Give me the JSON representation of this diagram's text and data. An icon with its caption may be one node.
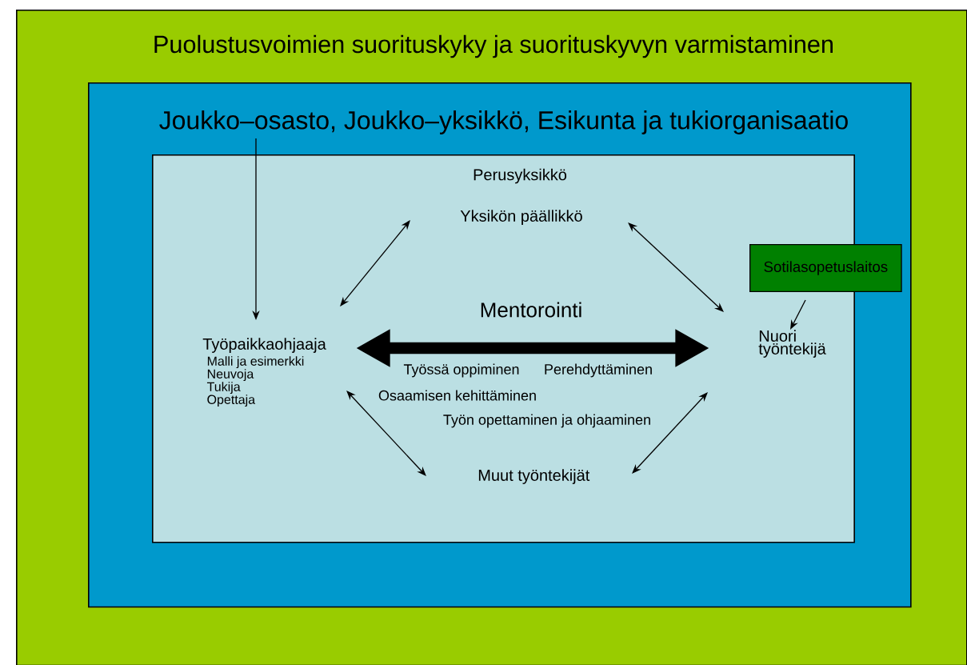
{
  "diagram": {
    "nodes": [
      {
        "text": [
          "Puolustusvoimien suorituskyky ja suorituskyvyn varmistaminen"
        ]
      },
      {
        "text": [
          "Joukko–osasto, Joukko–yksikkö, Esikunta ja tukiorganisaatio"
        ],
        "in": 0
      },
      {
        "text": [
          "Perusyksikkö"
        ],
        "in": 1
      },
      {
        "text": [
          "Yksikön päällikkö"
        ],
        "in": 2
      },
      {
        "text": [
          "Työpaikkaohjaaja",
          "Malli ja esimerkki",
          "Neuvoja",
          "Tukija",
          "Opettaja"
        ],
        "in": 2
      },
      {
        "text": [
          "Nuori työntekijä"
        ],
        "in": 2
      },
      {
        "text": [
          "Muut työntekijät"
        ],
        "in": 2
      },
      {
        "text": [
          "Sotilasopetuslaitos"
        ],
        "in": 1
      }
    ],
    "edges": [
      {
        "from": 1,
        "to": 4,
        "arrow": "to"
      },
      {
        "from": 3,
        "to": 4,
        "arrow": "both"
      },
      {
        "from": 3,
        "to": 5,
        "arrow": "both"
      },
      {
        "from": 4,
        "to": 5,
        "arrow": "both",
        "label": "Mentorointi",
        "style": "thick"
      },
      {
        "from": 4,
        "to": 6,
        "arrow": "both"
      },
      {
        "from": 5,
        "to": 6,
        "arrow": "both"
      },
      {
        "from": 7,
        "to": 5,
        "arrow": "to"
      }
    ],
    "labels": [
      "Työssä oppiminen",
      "Perehdyttäminen",
      "Osaamisen kehittäminen",
      "Työn opettaminen ja ohjaaminen"
    ]
  }
}
